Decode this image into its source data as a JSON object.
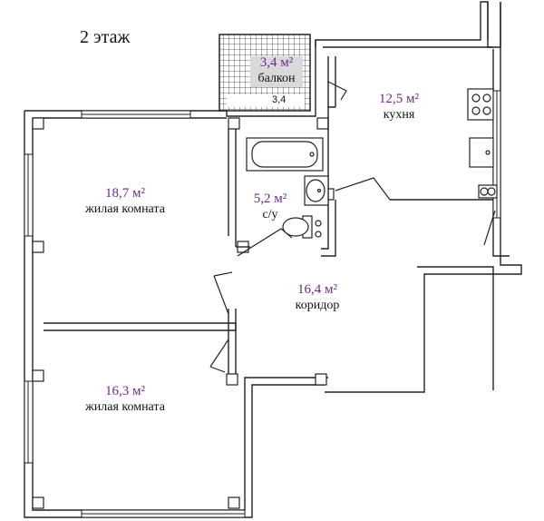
{
  "floor_label": "2 этаж",
  "area_unit": "м²",
  "rooms": [
    {
      "key": "balcony",
      "area": "3,4",
      "name": "балкон"
    },
    {
      "key": "kitchen",
      "area": "12,5",
      "name": "кухня"
    },
    {
      "key": "living1",
      "area": "18,7",
      "name": "жилая комната"
    },
    {
      "key": "bathroom",
      "area": "5,2",
      "name": "с/у"
    },
    {
      "key": "corridor",
      "area": "16,4",
      "name": "коридор"
    },
    {
      "key": "living2",
      "area": "16,3",
      "name": "жилая комната"
    }
  ],
  "balcony_dimension": "3,4"
}
